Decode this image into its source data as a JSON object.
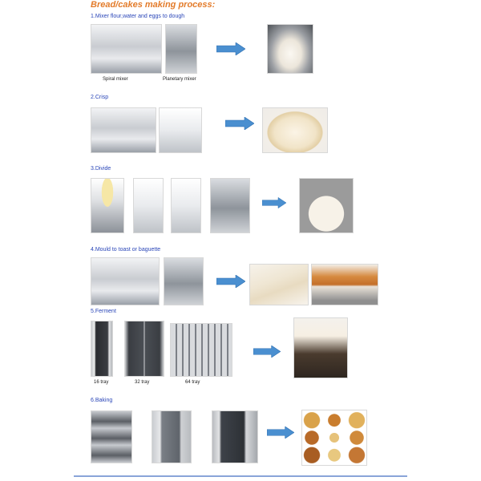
{
  "title": "Bread/cakes making process:",
  "steps": [
    {
      "title": "1.Mixer flour,water and eggs to dough",
      "captions": [
        "Spiral mixer",
        "Planetary mixer"
      ]
    },
    {
      "title": "2.Crisp",
      "captions": []
    },
    {
      "title": "3.Divide",
      "captions": []
    },
    {
      "title": "4.Mould to toast or baguette",
      "captions": []
    },
    {
      "title": "5.Ferment",
      "captions": [
        "16 tray",
        "32 tray",
        "64 tray"
      ]
    },
    {
      "title": "6.Baking",
      "captions": []
    }
  ],
  "colors": {
    "title": "#e37b2a",
    "step_title": "#2a46b8",
    "arrow": "#4a8fd0"
  },
  "icons": [
    "right-arrow-icon"
  ]
}
